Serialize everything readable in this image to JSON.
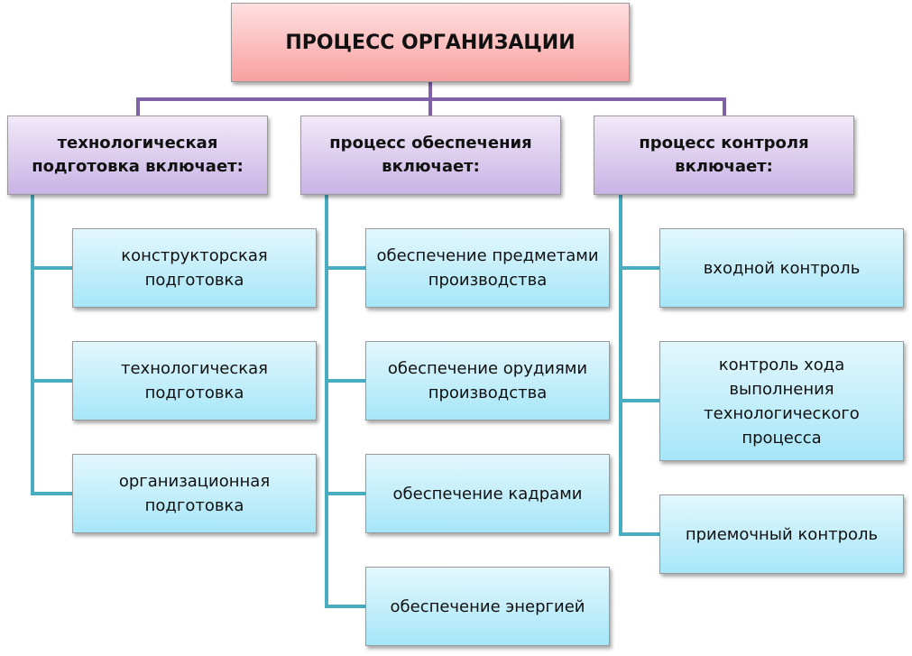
{
  "root": "ПРОЦЕСС ОРГАНИЗАЦИИ",
  "columns": [
    {
      "header": "технологическая подготовка включает:",
      "items": [
        "конструкторская подготовка",
        "технологическая подготовка",
        "организационная подготовка"
      ]
    },
    {
      "header": "процесс обеспечения включает:",
      "items": [
        "обеспечение предметами производства",
        "обеспечение орудиями производства",
        "обеспечение кадрами",
        "обеспечение энергией"
      ]
    },
    {
      "header": "процесс контроля включает:",
      "items": [
        "входной контроль",
        "контроль хода выполнения технологического процесса",
        "приемочный контроль"
      ]
    }
  ],
  "colors": {
    "root": "#f8a0a0",
    "header": "#c9b3e4",
    "child": "#a6e6f8",
    "purple_line": "#8060a8",
    "teal_line": "#4aacc0"
  }
}
